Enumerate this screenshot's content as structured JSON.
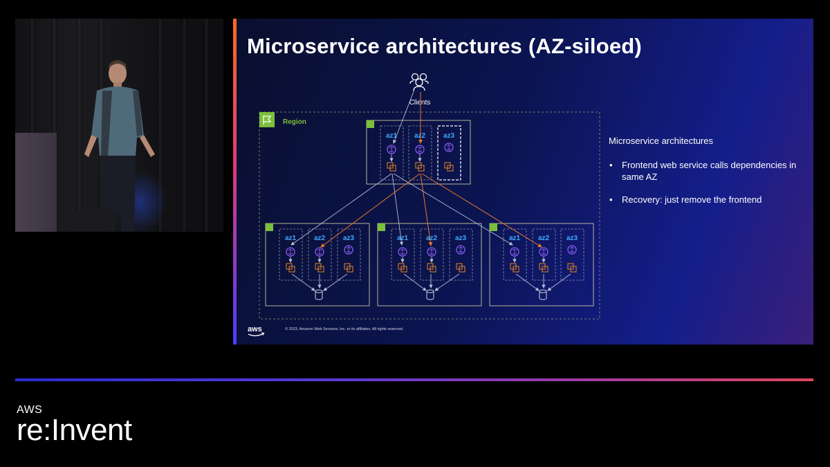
{
  "slide": {
    "title": "Microservice architectures (AZ-siloed)",
    "copyright": "© 2023, Amazon Web Services, Inc. or its affiliates. All rights reserved.",
    "aws_logo_text": "aws",
    "side_heading": "Microservice architectures",
    "bullets": [
      "Frontend web service calls dependencies in same AZ",
      "Recovery: just remove the frontend"
    ]
  },
  "diagram": {
    "clients_label": "Clients",
    "region_label": "Region",
    "az_labels": [
      "az1",
      "az2",
      "az3"
    ],
    "colors": {
      "region": "#7bbf3a",
      "az_label": "#3fa9ff",
      "compute": "#c8742a",
      "endpoint": "#8a5cf0",
      "healthy_link": "#b9c0d8",
      "frontend_link": "#e8782a"
    }
  },
  "brand": {
    "top": "AWS",
    "bottom": "re:Invent"
  }
}
